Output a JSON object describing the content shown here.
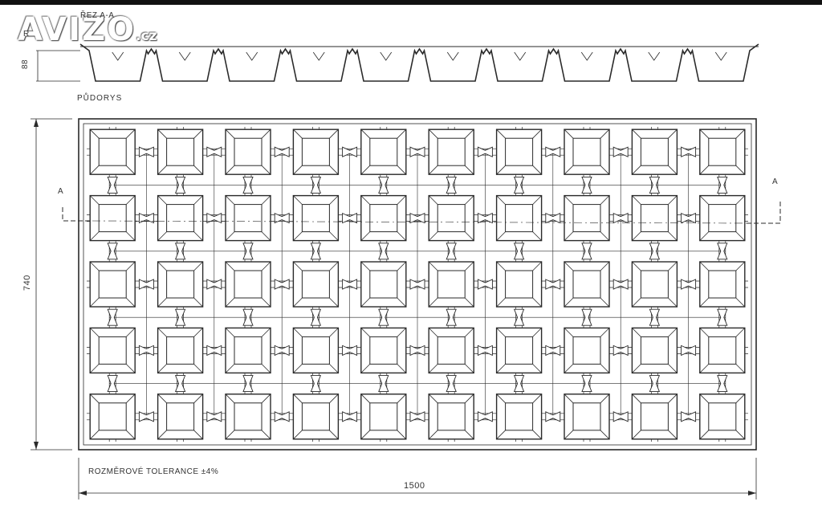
{
  "watermark": {
    "brand": "AVIZO",
    "tld": ".cz"
  },
  "section": {
    "title": "ŘEZ A-A",
    "marker_left": "A",
    "marker_right": "A"
  },
  "dims": {
    "height_small": "88",
    "height_total": "740",
    "width_total": "1500",
    "corner": "R"
  },
  "plan_title": "PŮDORYS",
  "tolerance_note": "ROZMĚROVÉ TOLERANCE ±4%",
  "grid": {
    "columns": 10,
    "rows": 5
  },
  "colors": {
    "line": "#2a2a2a",
    "background": "#ffffff",
    "topbar": "#111111"
  }
}
